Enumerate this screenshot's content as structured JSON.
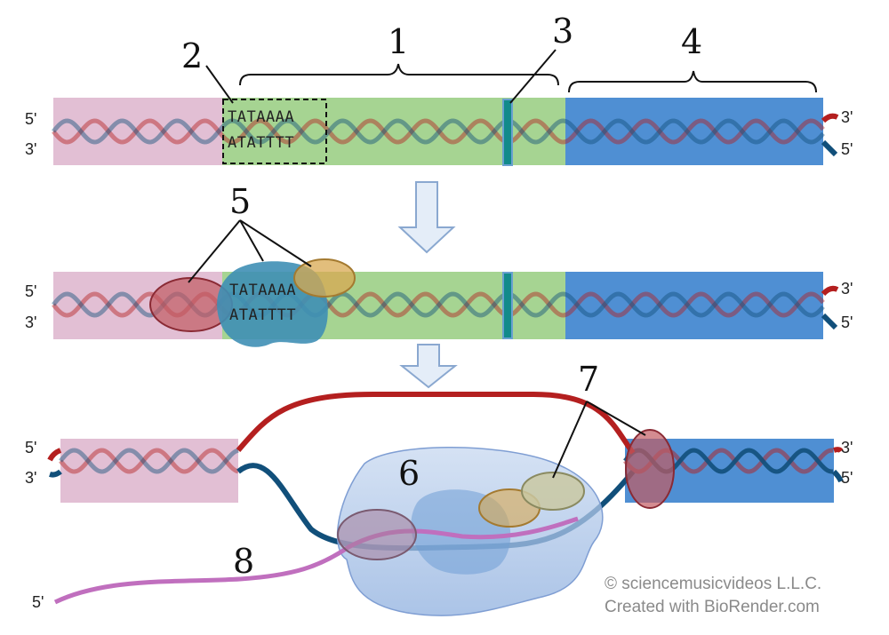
{
  "labels": {
    "n1": "1",
    "n2": "2",
    "n3": "3",
    "n4": "4",
    "n5": "5",
    "n6": "6",
    "n7": "7",
    "n8": "8"
  },
  "ends": {
    "five": "5'",
    "three": "3'"
  },
  "sequence": {
    "top": "TATAAAA",
    "bottom": "ATATTTT"
  },
  "credit": {
    "line1": "© sciencemusicvideos L.L.C.",
    "line2": "Created with BioRender.com"
  },
  "colors": {
    "promoter_bg": "#e2bfd4",
    "gene_bg": "#a6d492",
    "downstream_bg": "#4f8fd3",
    "strand_red": "#b41f1f",
    "strand_blue": "#114f7a",
    "mrna": "#c06fbe",
    "polymerase": "#9ab8e0",
    "arrow_fill": "#e4edf8",
    "arrow_stroke": "#8aa8d0"
  }
}
